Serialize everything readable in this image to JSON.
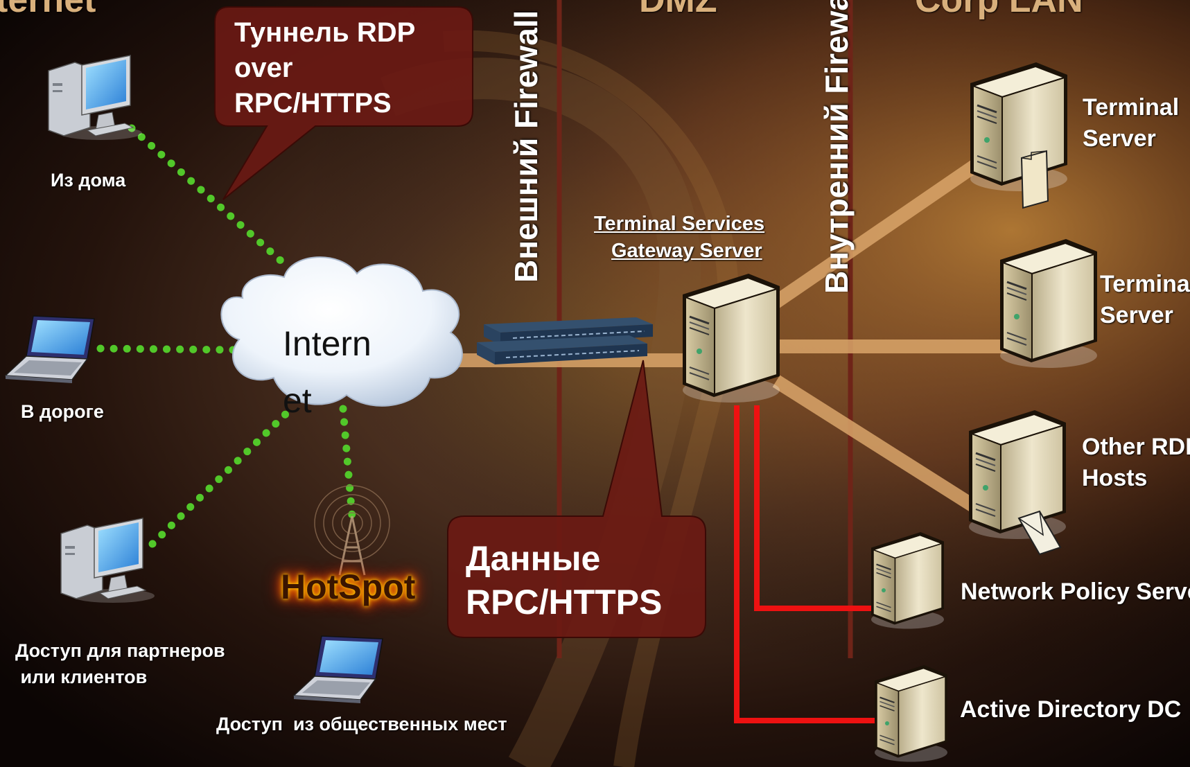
{
  "zones": {
    "internet": "ternet",
    "dmz": "DMZ",
    "corp": "Corp LAN"
  },
  "callouts": {
    "tunnel": "Туннель RDP\nover\nRPC/HTTPS",
    "data": "Данные\nRPC/HTTPS"
  },
  "firewalls": {
    "external": "Внешний Firewall",
    "internal": "Внутренний Firewall"
  },
  "cloud_label": "Intern\net",
  "gateway": {
    "line1": "Terminal Services",
    "line2": "Gateway Server"
  },
  "clients": {
    "home": "Из дома",
    "road": "В дороге",
    "partners_line1": "Доступ для партнеров",
    "partners_line2": " или клиентов",
    "public": "Доступ  из общественных мест",
    "hotspot": "HotSpot"
  },
  "servers": {
    "ts1_line1": "Terminal",
    "ts1_line2": "Server",
    "ts2_line1": "Terminal",
    "ts2_line2": "Server",
    "rdp_line1": "Other RDP",
    "rdp_line2": "Hosts",
    "nps": "Network Policy Server",
    "ad": "Active Directory DC"
  },
  "colors": {
    "firewall_line": "#6e2418",
    "callout_fill": "#6b1a14",
    "link_beam": "#d9a46a",
    "dotted_link": "#52c82a",
    "red_link": "#ee1111"
  }
}
